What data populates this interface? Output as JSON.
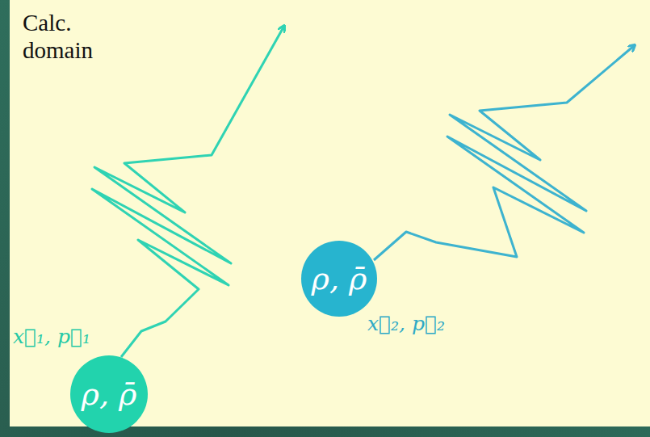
{
  "diagram": {
    "nodes": [
      {
        "text": [
          "Calc. domain"
        ]
      },
      {
        "text": [
          "ρ, ρ̄"
        ],
        "in": 0
      },
      {
        "text": [
          "ρ, ρ̄"
        ],
        "in": 0
      }
    ],
    "labels": [
      "x⃗₁, p⃗₁",
      "x⃗₂, p⃗₂"
    ]
  }
}
